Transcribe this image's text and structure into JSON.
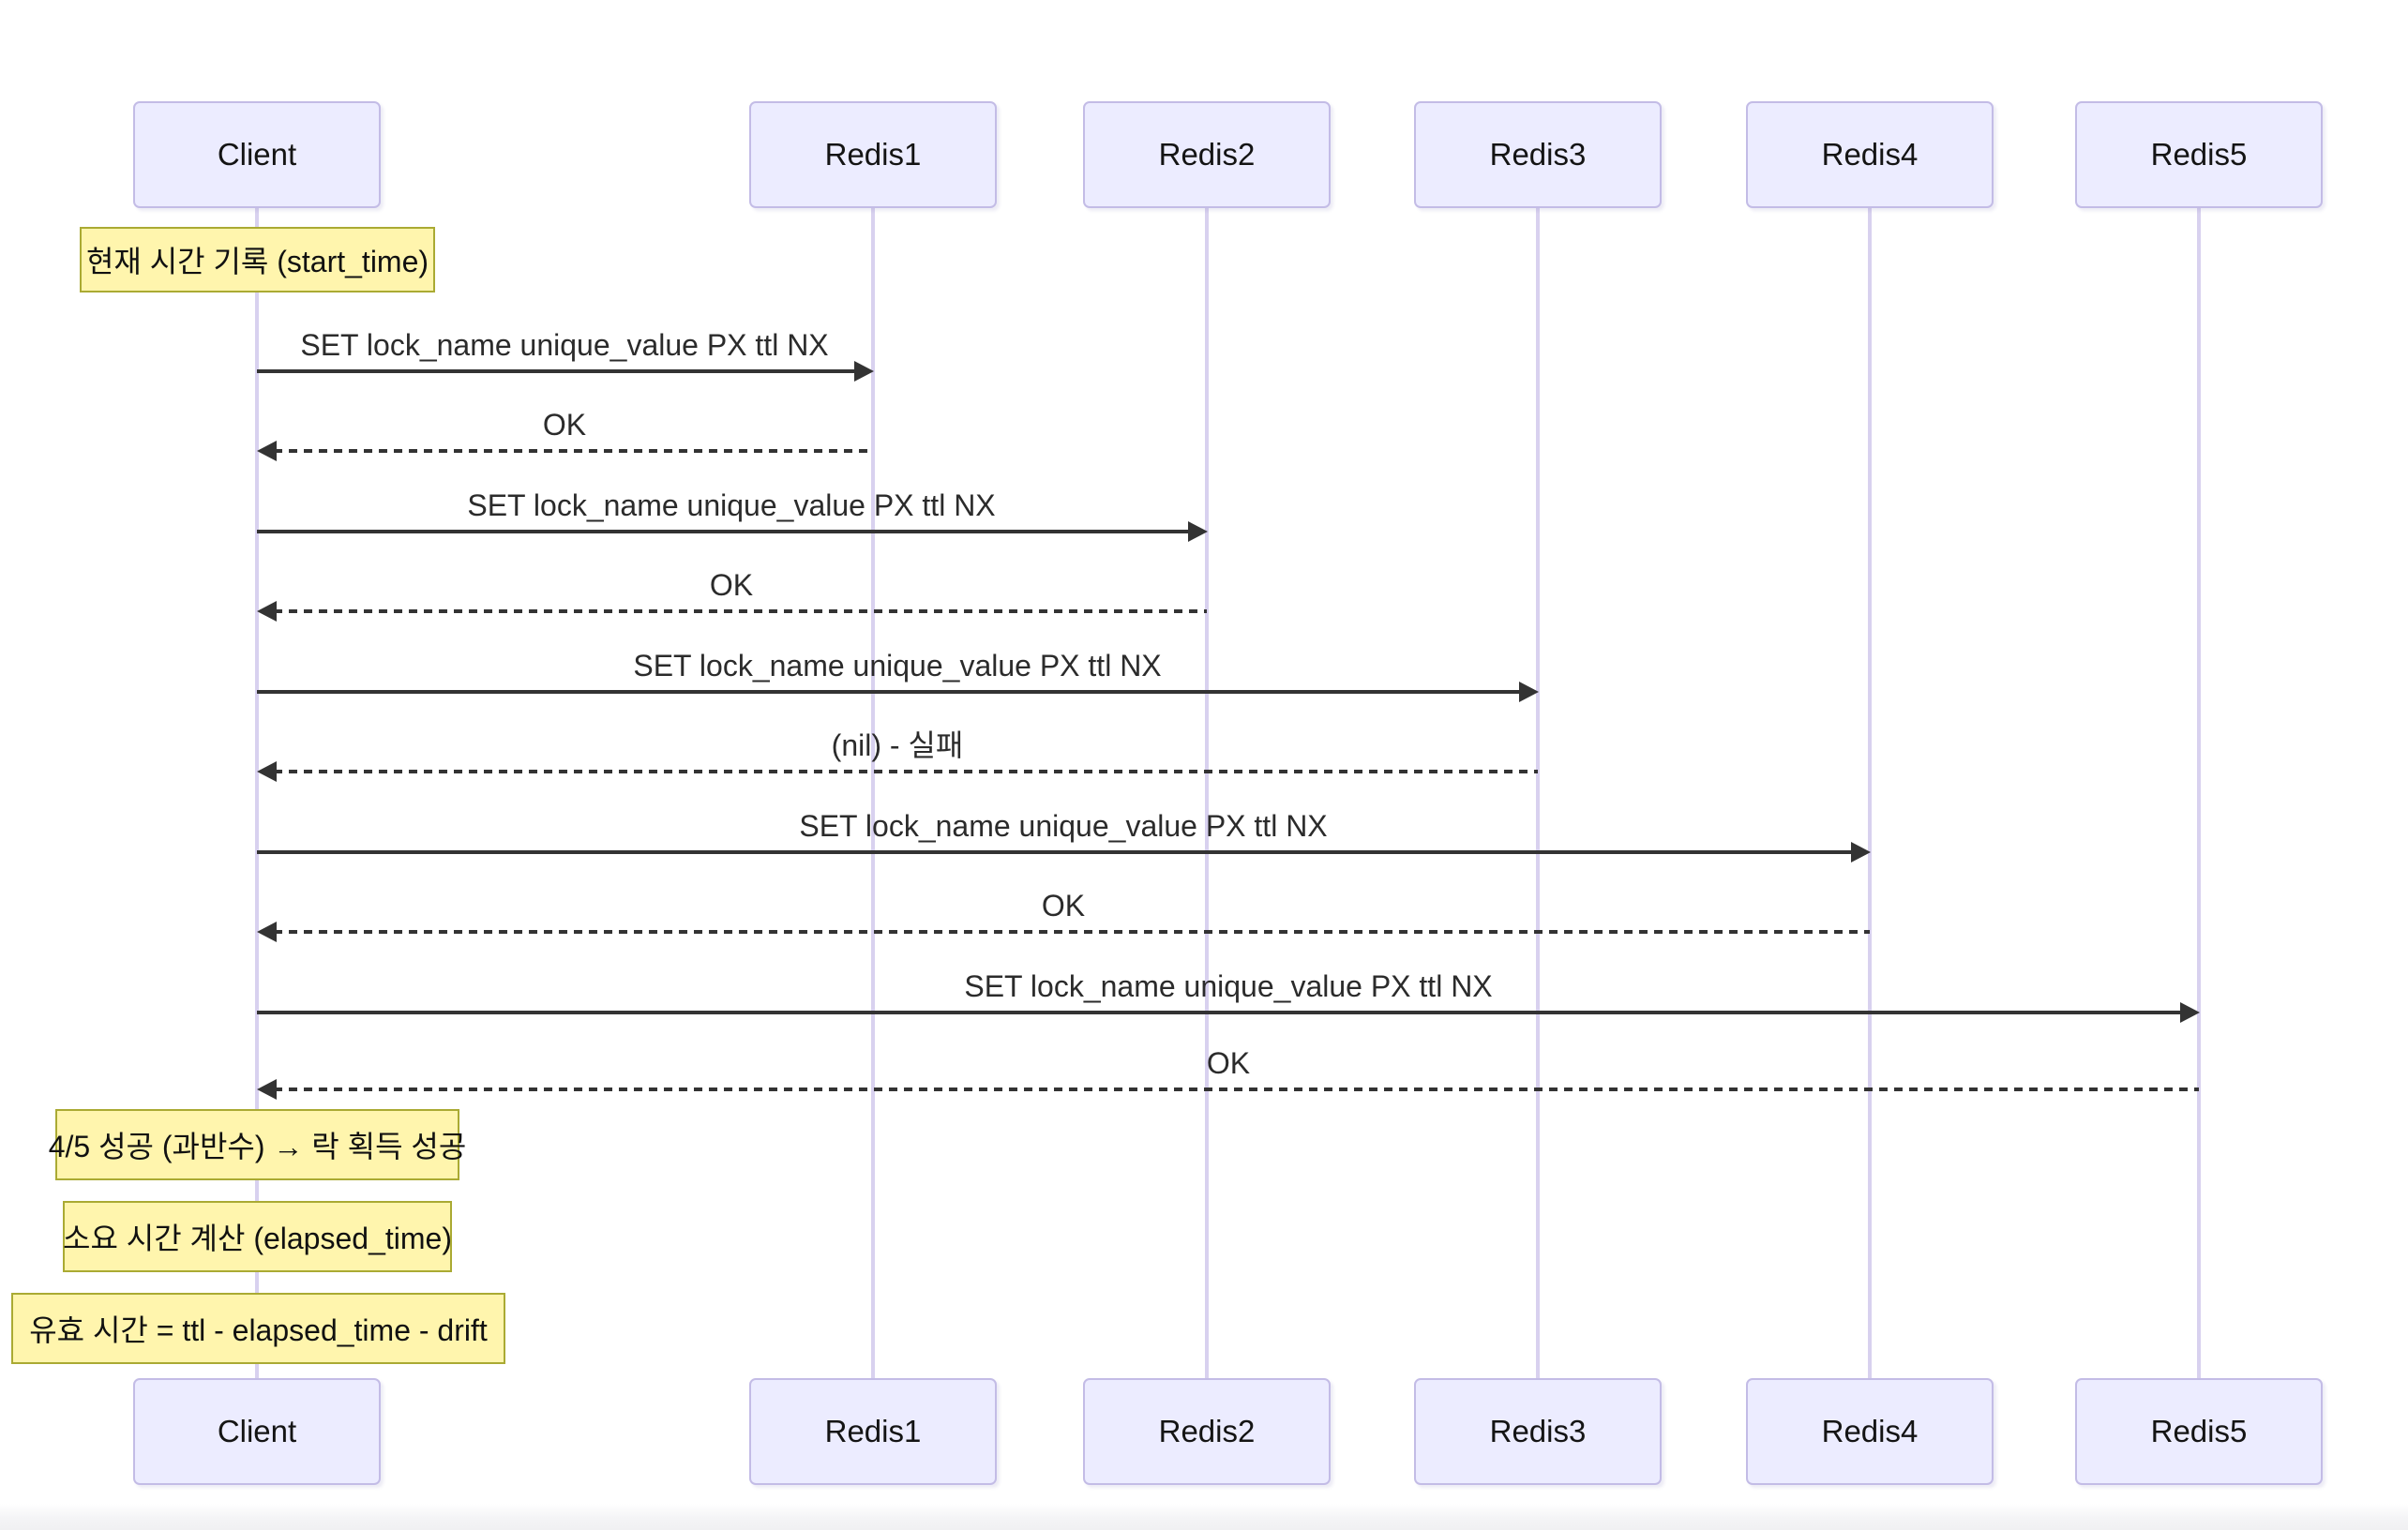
{
  "diagram": {
    "type": "sequence-diagram",
    "participants": [
      {
        "label": "Client"
      },
      {
        "label": "Redis1"
      },
      {
        "label": "Redis2"
      },
      {
        "label": "Redis3"
      },
      {
        "label": "Redis4"
      },
      {
        "label": "Redis5"
      }
    ],
    "messages": [
      {
        "from": "Client",
        "to": "Redis1",
        "text": "SET lock_name unique_value PX ttl NX",
        "line": "solid"
      },
      {
        "from": "Redis1",
        "to": "Client",
        "text": "OK",
        "line": "dashed"
      },
      {
        "from": "Client",
        "to": "Redis2",
        "text": "SET lock_name unique_value PX ttl NX",
        "line": "solid"
      },
      {
        "from": "Redis2",
        "to": "Client",
        "text": "OK",
        "line": "dashed"
      },
      {
        "from": "Client",
        "to": "Redis3",
        "text": "SET lock_name unique_value PX ttl NX",
        "line": "solid"
      },
      {
        "from": "Redis3",
        "to": "Client",
        "text": "(nil) - 실패",
        "line": "dashed"
      },
      {
        "from": "Client",
        "to": "Redis4",
        "text": "SET lock_name unique_value PX ttl NX",
        "line": "solid"
      },
      {
        "from": "Redis4",
        "to": "Client",
        "text": "OK",
        "line": "dashed"
      },
      {
        "from": "Client",
        "to": "Redis5",
        "text": "SET lock_name unique_value PX ttl NX",
        "line": "solid"
      },
      {
        "from": "Redis5",
        "to": "Client",
        "text": "OK",
        "line": "dashed"
      }
    ],
    "notes": [
      {
        "text": "현재 시간 기록 (start_time)",
        "over": "Client"
      },
      {
        "text": "4/5 성공 (과반수) → 락 획득 성공",
        "over": "Client"
      },
      {
        "text": "소요 시간 계산 (elapsed_time)",
        "over": "Client"
      },
      {
        "text": "유효 시간 = ttl - elapsed_time - drift",
        "over": "Client"
      }
    ],
    "colors": {
      "actor_fill": "#ECECFF",
      "actor_border": "#C3BCE6",
      "note_fill": "#FFF5AD",
      "note_border": "#AAAA33",
      "message_line": "#333333",
      "lifeline": "#D8D1EF",
      "text": "#1F2020",
      "background": "#FFFFFF"
    }
  }
}
